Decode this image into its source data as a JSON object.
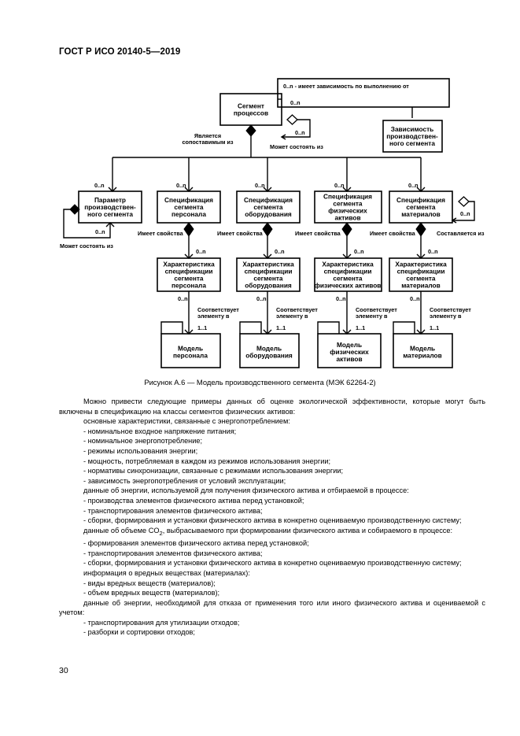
{
  "header": "ГОСТ Р ИСО 20140-5—2019",
  "diagram": {
    "dep_label": "0..n - имеет зависимость по выполнению от",
    "process_segment": [
      "Сегмент",
      "процессов"
    ],
    "dependency": [
      "Зависимость",
      "производствен-",
      "ного сегмента"
    ],
    "parameter": [
      "Параметр",
      "производствен-",
      "ного сегмента"
    ],
    "spec_personnel": [
      "Спецификация",
      "сегмента",
      "персонала"
    ],
    "spec_equipment": [
      "Спецификация",
      "сегмента",
      "оборудования"
    ],
    "spec_physical": [
      "Спецификация",
      "сегмента",
      "физических",
      "активов"
    ],
    "spec_material": [
      "Спецификация",
      "сегмента",
      "материалов"
    ],
    "prop_personnel": [
      "Характеристика",
      "спецификации",
      "сегмента",
      "персонала"
    ],
    "prop_equipment": [
      "Характеристика",
      "спецификации",
      "сегмента",
      "оборудования"
    ],
    "prop_physical": [
      "Характеристика",
      "спецификации",
      "сегмента",
      "физических активов"
    ],
    "prop_material": [
      "Характеристика",
      "спецификации",
      "сегмента",
      "материалов"
    ],
    "model_personnel": [
      "Модель",
      "персонала"
    ],
    "model_equipment": [
      "Модель",
      "оборудования"
    ],
    "model_physical": [
      "Модель",
      "физических",
      "активов"
    ],
    "model_material": [
      "Модель",
      "материалов"
    ],
    "lbl_zero_n": "0..n",
    "lbl_one_one": "1..1",
    "lbl_associated": [
      "Является",
      "сопоставимым из"
    ],
    "lbl_may_consist": "Может состоять из",
    "lbl_has_properties": "Имеет свойства",
    "lbl_assembled": "Составляется из",
    "lbl_corresponds": [
      "Соответствует",
      "элементу в"
    ]
  },
  "caption": "Рисунок А.6 — Модель производственного сегмента (МЭК 62264-2)",
  "body": {
    "intro": "Можно привести следующие примеры данных об оценке экологической эффективности, которые могут быть включены в спецификацию на классы сегментов физических активов:",
    "g1_title": "основные характеристики, связанные с энергопотреблением:",
    "g1_items": [
      "- номинальное входное напряжение питания;",
      "- номинальное энергопотребление;",
      "- режимы использования энергии;",
      "- мощность, потребляемая в каждом из режимов использования энергии;",
      "- нормативы синхронизации, связанные с режимами использования энергии;",
      "- зависимость энергопотребления от условий эксплуатации;"
    ],
    "g2_title": "данные об энергии, используемой для получения физического актива и отбираемой в процессе:",
    "g2_items": [
      "- производства элементов физического актива перед установкой;",
      "- транспортирования элементов физического актива;",
      "- сборки, формирования и установки физического актива в конкретно оцениваемую производственную систему;"
    ],
    "g3_title_a": "данные об объеме CO",
    "g3_title_sub": "2",
    "g3_title_b": ", выбрасываемого при формировании физического актива и собираемого в процессе:",
    "g3_items": [
      "- формирования элементов физического актива перед установкой;",
      "- транспортирования элементов физического актива;",
      "- сборки, формирования и установки физического актива в конкретно оцениваемую производственную систему;"
    ],
    "g4_title": "информация о вредных веществах (материалах):",
    "g4_items": [
      "- виды вредных веществ (материалов);",
      "- объем вредных веществ (материалов);"
    ],
    "g5_title": "данные об энергии, необходимой для отказа от применения того или иного физического актива и оцениваемой с учетом:",
    "g5_items": [
      "- транспортирования для утилизации отходов;",
      "- разборки и сортировки отходов;"
    ]
  },
  "page_number": "30"
}
